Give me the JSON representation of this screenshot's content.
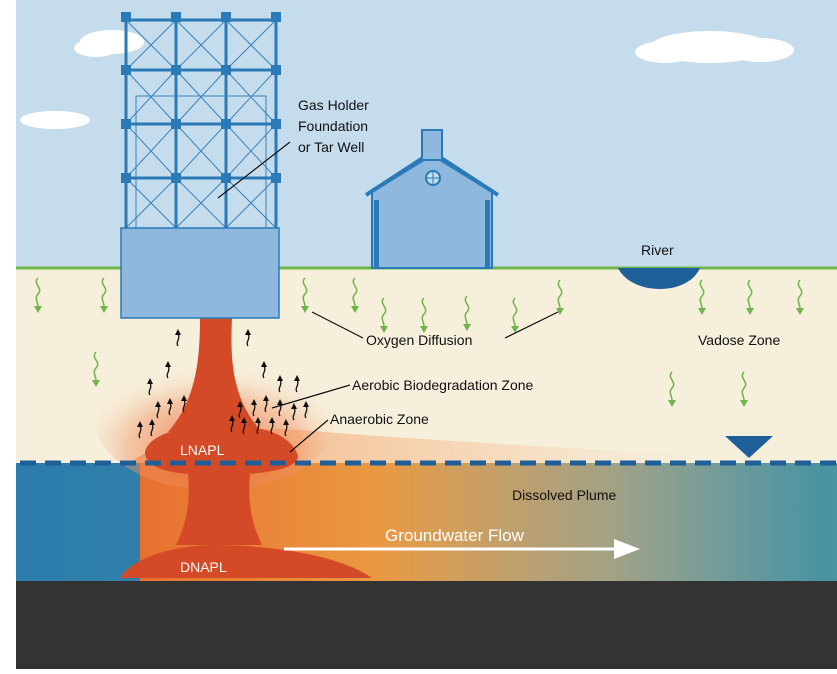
{
  "labels": {
    "gas_holder_line1": "Gas Holder",
    "gas_holder_line2": "Foundation",
    "gas_holder_line3": "or Tar Well",
    "river": "River",
    "oxygen_diffusion": "Oxygen Diffusion",
    "vadose_zone": "Vadose Zone",
    "aerobic_zone": "Aerobic Biodegradation Zone",
    "anaerobic_zone": "Anaerobic Zone",
    "lnapl": "LNAPL",
    "dnapl": "DNAPL",
    "dissolved_plume": "Dissolved Plume",
    "groundwater_flow": "Groundwater Flow"
  },
  "colors": {
    "sky": "#c5dcec",
    "cloud": "#ffffff",
    "structure": "#2a7ab8",
    "structure_fill": "#8eb8dd",
    "vadose": "#f6efdc",
    "ground_line": "#6fb54a",
    "oxygen_arrow": "#6fb54a",
    "groundwater": "#2e7fae",
    "napl": "#d54a26",
    "plume_orange": "#f39a3c",
    "bedrock": "#333333",
    "water_table": "#1f5f99"
  }
}
